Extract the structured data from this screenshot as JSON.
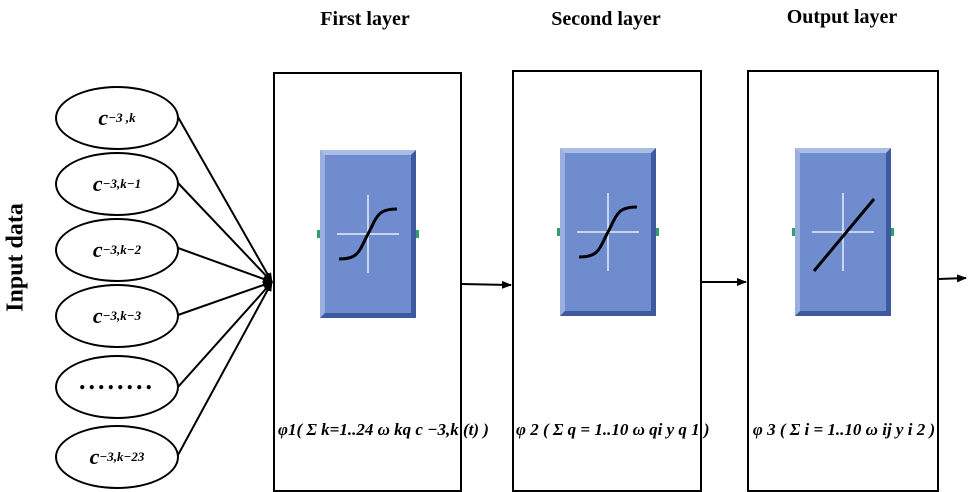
{
  "titles": {
    "first_layer": "First layer",
    "second_layer": "Second layer",
    "output_layer": "Output layer",
    "input_data": "Input data"
  },
  "inputs": [
    {
      "base": "c",
      "sub": "−3 ,k"
    },
    {
      "base": "c",
      "sub": "−3,k−1"
    },
    {
      "base": "c",
      "sub": "−3,k−2"
    },
    {
      "base": "c",
      "sub": "−3,k−3"
    },
    {
      "base": "",
      "sub": "",
      "dots": "........"
    },
    {
      "base": "c",
      "sub": "−3,k−23"
    }
  ],
  "formulas": {
    "layer1": "φ1( Σ k=1..24 ω kq c −3,k (t) )",
    "layer2": "φ 2 ( Σ q = 1..10 ω qi y q 1 )",
    "layer3": "φ 3 ( Σ i = 1..10 ω ij y i 2 )"
  },
  "colors": {
    "block_fill": "#6f8ccf",
    "curve": "#000000",
    "port": "#2fa06a"
  },
  "icons": {
    "layer1_activation": "sigmoid-icon",
    "layer2_activation": "sigmoid-icon",
    "output_activation": "linear-icon"
  }
}
